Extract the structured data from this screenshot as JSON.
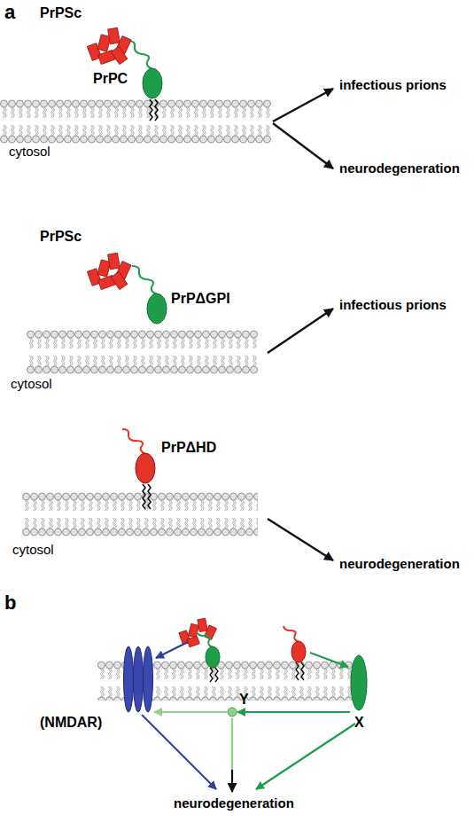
{
  "diagram": {
    "nodes": [
      {
        "text": [
          "PrPSc"
        ]
      },
      {
        "text": [
          "PrPC"
        ]
      },
      {
        "text": [
          "PrPSc"
        ]
      },
      {
        "text": [
          "PrPΔGPI"
        ]
      },
      {
        "text": [
          "PrPΔHD"
        ]
      },
      {
        "text": [
          "(NMDAR)"
        ]
      },
      {
        "text": [
          "Y"
        ]
      },
      {
        "text": [
          "X"
        ]
      }
    ],
    "edges": [
      {
        "from": 7,
        "to": 6,
        "arrow": "to"
      },
      {
        "from": 6,
        "to": 5,
        "arrow": "to"
      }
    ],
    "labels": [
      "a",
      "cytosol",
      "infectious prions",
      "neurodegeneration",
      "cytosol",
      "infectious prions",
      "cytosol",
      "neurodegeneration",
      "b",
      "neurodegeneration"
    ]
  }
}
